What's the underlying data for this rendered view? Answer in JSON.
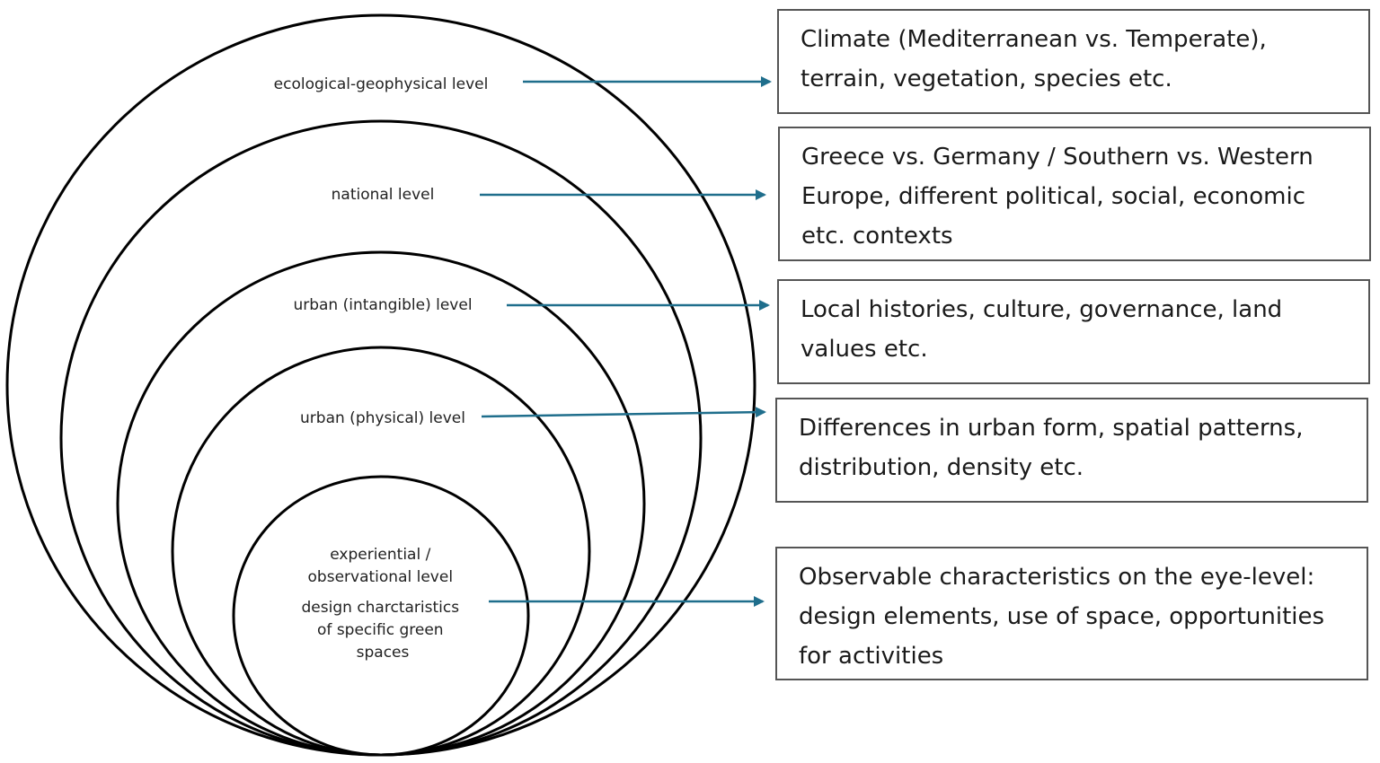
{
  "colors": {
    "arrow": "#1f6e8c",
    "circle_stroke": "#000000",
    "box_border": "#555555"
  },
  "levels": [
    {
      "id": "ecological",
      "label_lines": [
        "ecological-geophysical level"
      ]
    },
    {
      "id": "national",
      "label_lines": [
        "national level"
      ]
    },
    {
      "id": "urban-intangible",
      "label_lines": [
        "urban (intangible) level"
      ]
    },
    {
      "id": "urban-physical",
      "label_lines": [
        "urban (physical) level"
      ]
    },
    {
      "id": "experiential",
      "label_lines": [
        "experiential /",
        "observational level",
        "design charctaristics",
        "of specific green",
        "spaces"
      ]
    }
  ],
  "descriptions": {
    "climate": "Climate (Mediterranean vs. Temperate), terrain, vegetation, species etc.",
    "national": "Greece vs. Germany / Southern vs. Western Europe, different political, social, economic etc. contexts",
    "local": "Local histories, culture, governance, land values etc.",
    "urban": "Differences in urban form, spatial patterns, distribution, density etc.",
    "observe": "Observable characteristics on the eye-level: design elements, use of space, opportunities for activities"
  }
}
